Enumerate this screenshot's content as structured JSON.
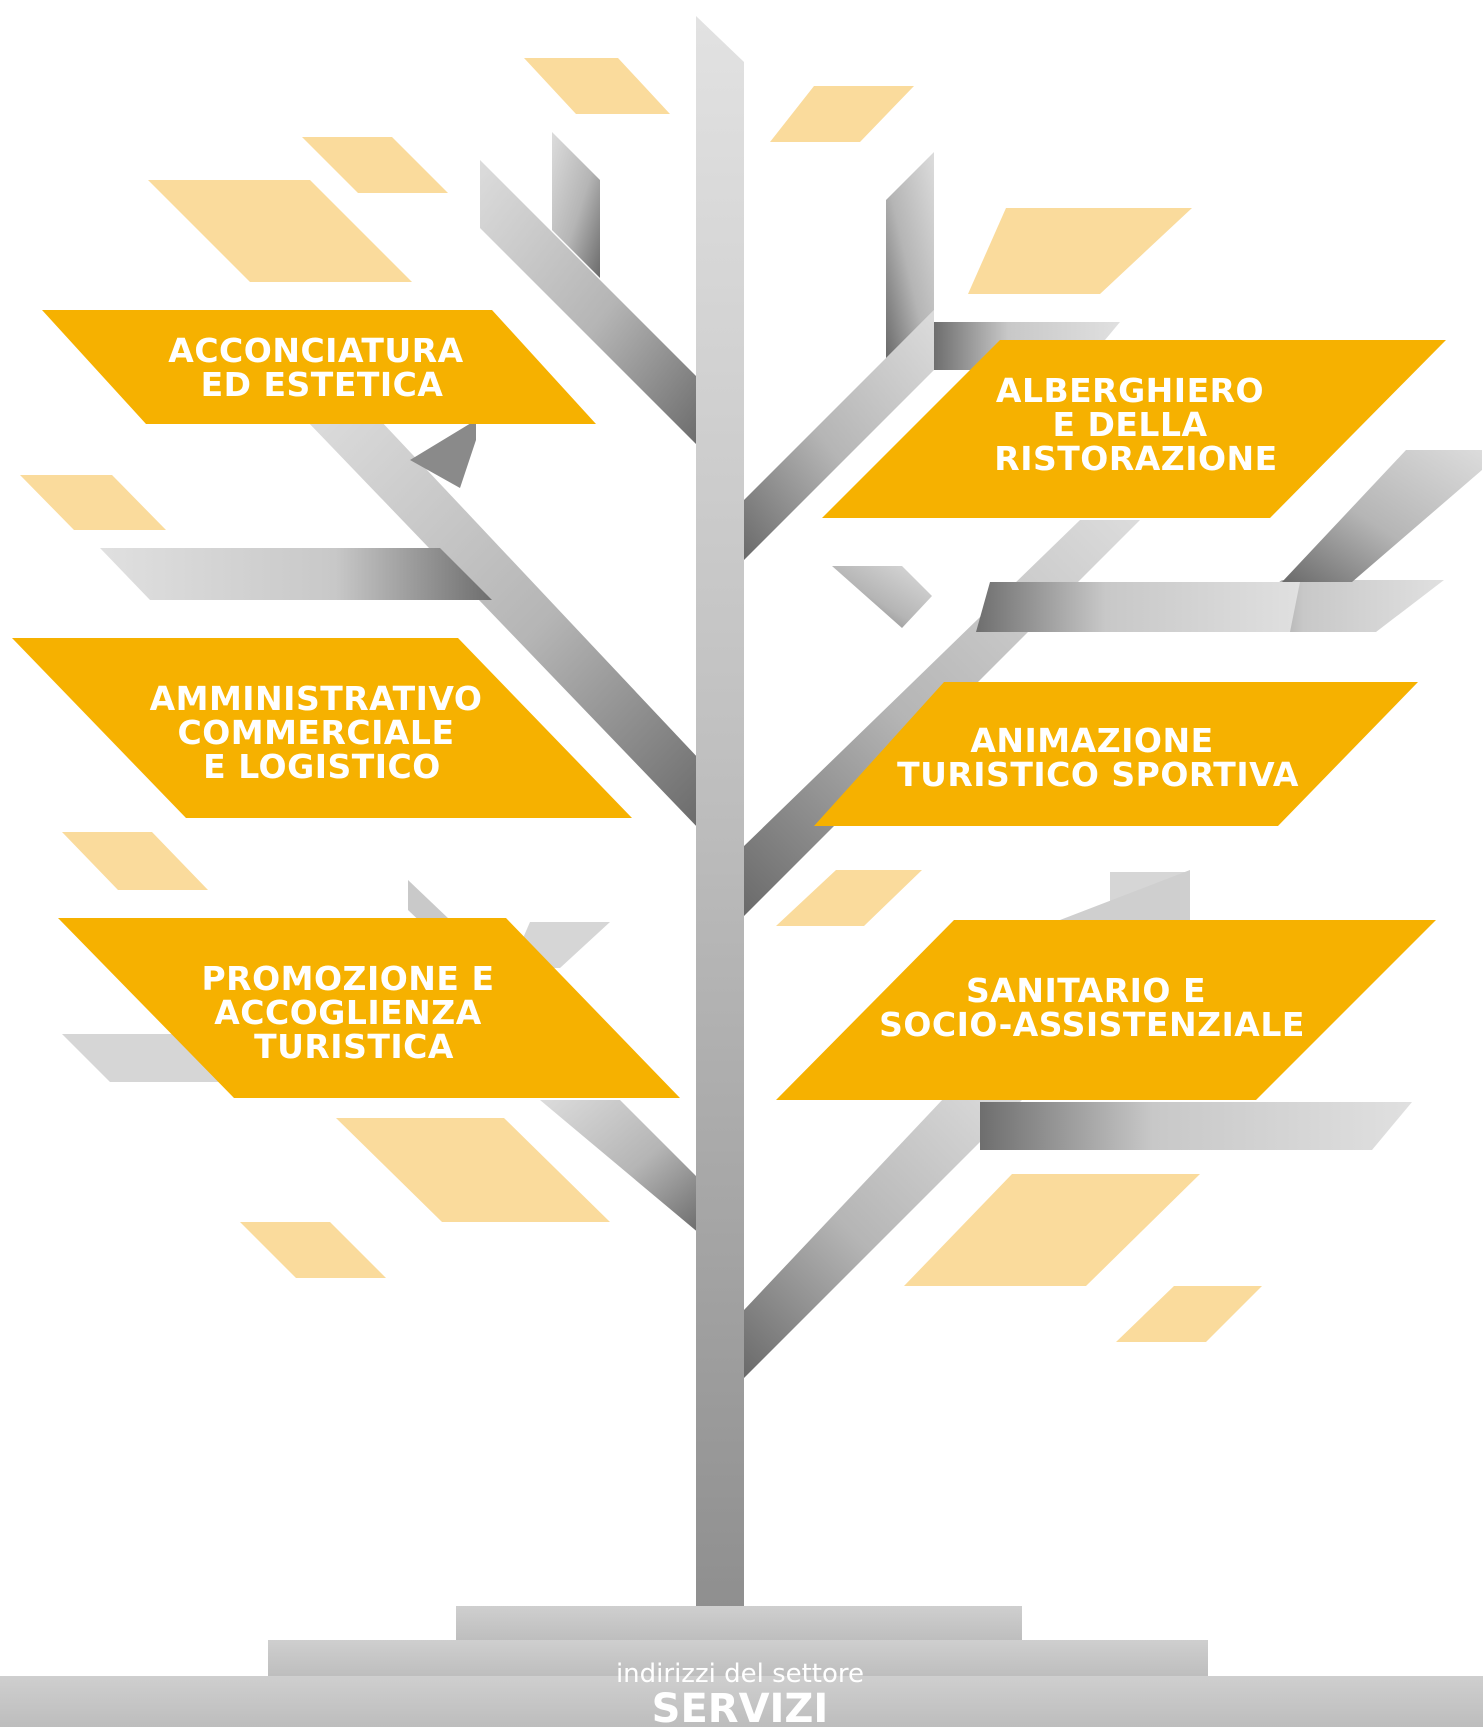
{
  "colors": {
    "sign": "#F6B100",
    "leaf": "#FADB9C",
    "branch_light": "#D9D9D9",
    "branch_dark": "#6E6E6E",
    "base": "#C8C8C8",
    "text": "#FFFFFF"
  },
  "signs": [
    {
      "id": "acconciatura",
      "lines": [
        "ACCONCIATURA",
        "ED ESTETICA"
      ]
    },
    {
      "id": "alberghiero",
      "lines": [
        "ALBERGHIERO",
        "E DELLA",
        "RISTORAZIONE"
      ]
    },
    {
      "id": "amministrativo",
      "lines": [
        "AMMINISTRATIVO",
        "COMMERCIALE",
        "E LOGISTICO"
      ]
    },
    {
      "id": "animazione",
      "lines": [
        "ANIMAZIONE",
        "TURISTICO SPORTIVA"
      ]
    },
    {
      "id": "promozione",
      "lines": [
        "PROMOZIONE E",
        "ACCOGLIENZA",
        "TURISTICA"
      ]
    },
    {
      "id": "sanitario",
      "lines": [
        "SANITARIO E",
        "SOCIO-ASSISTENZIALE"
      ]
    }
  ],
  "base": {
    "caption": "indirizzi del settore",
    "title": "SERVIZI"
  }
}
